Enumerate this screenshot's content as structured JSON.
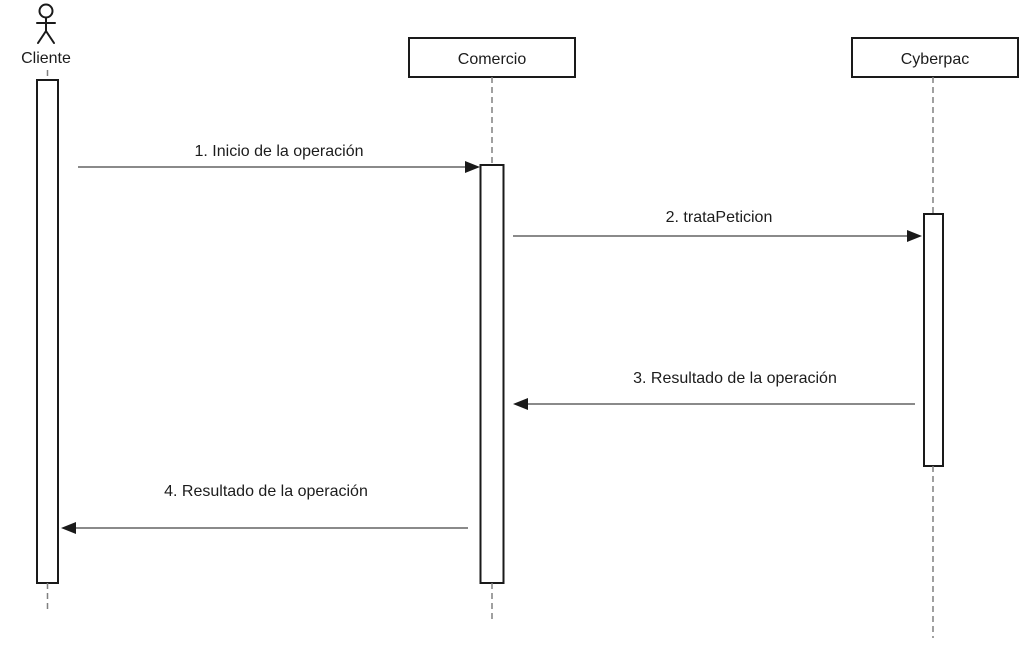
{
  "diagram": {
    "type": "uml-sequence-diagram",
    "participants": [
      {
        "name": "Cliente",
        "kind": "actor"
      },
      {
        "name": "Comercio",
        "kind": "object"
      },
      {
        "name": "Cyberpac",
        "kind": "object"
      }
    ],
    "messages": [
      {
        "order": 1,
        "label": "1. Inicio de la operación",
        "from": "Cliente",
        "to": "Comercio"
      },
      {
        "order": 2,
        "label": "2. trataPeticion",
        "from": "Comercio",
        "to": "Cyberpac"
      },
      {
        "order": 3,
        "label": "3. Resultado de la operación",
        "from": "Cyberpac",
        "to": "Comercio"
      },
      {
        "order": 4,
        "label": "4. Resultado de la operación",
        "from": "Comercio",
        "to": "Cliente"
      }
    ],
    "colors": {
      "background": "#ffffff",
      "shape_stroke": "#1a1a1a",
      "message_line": "#8a8a8a",
      "lifeline_dash": "#808080",
      "text": "#1c1c1c"
    }
  }
}
